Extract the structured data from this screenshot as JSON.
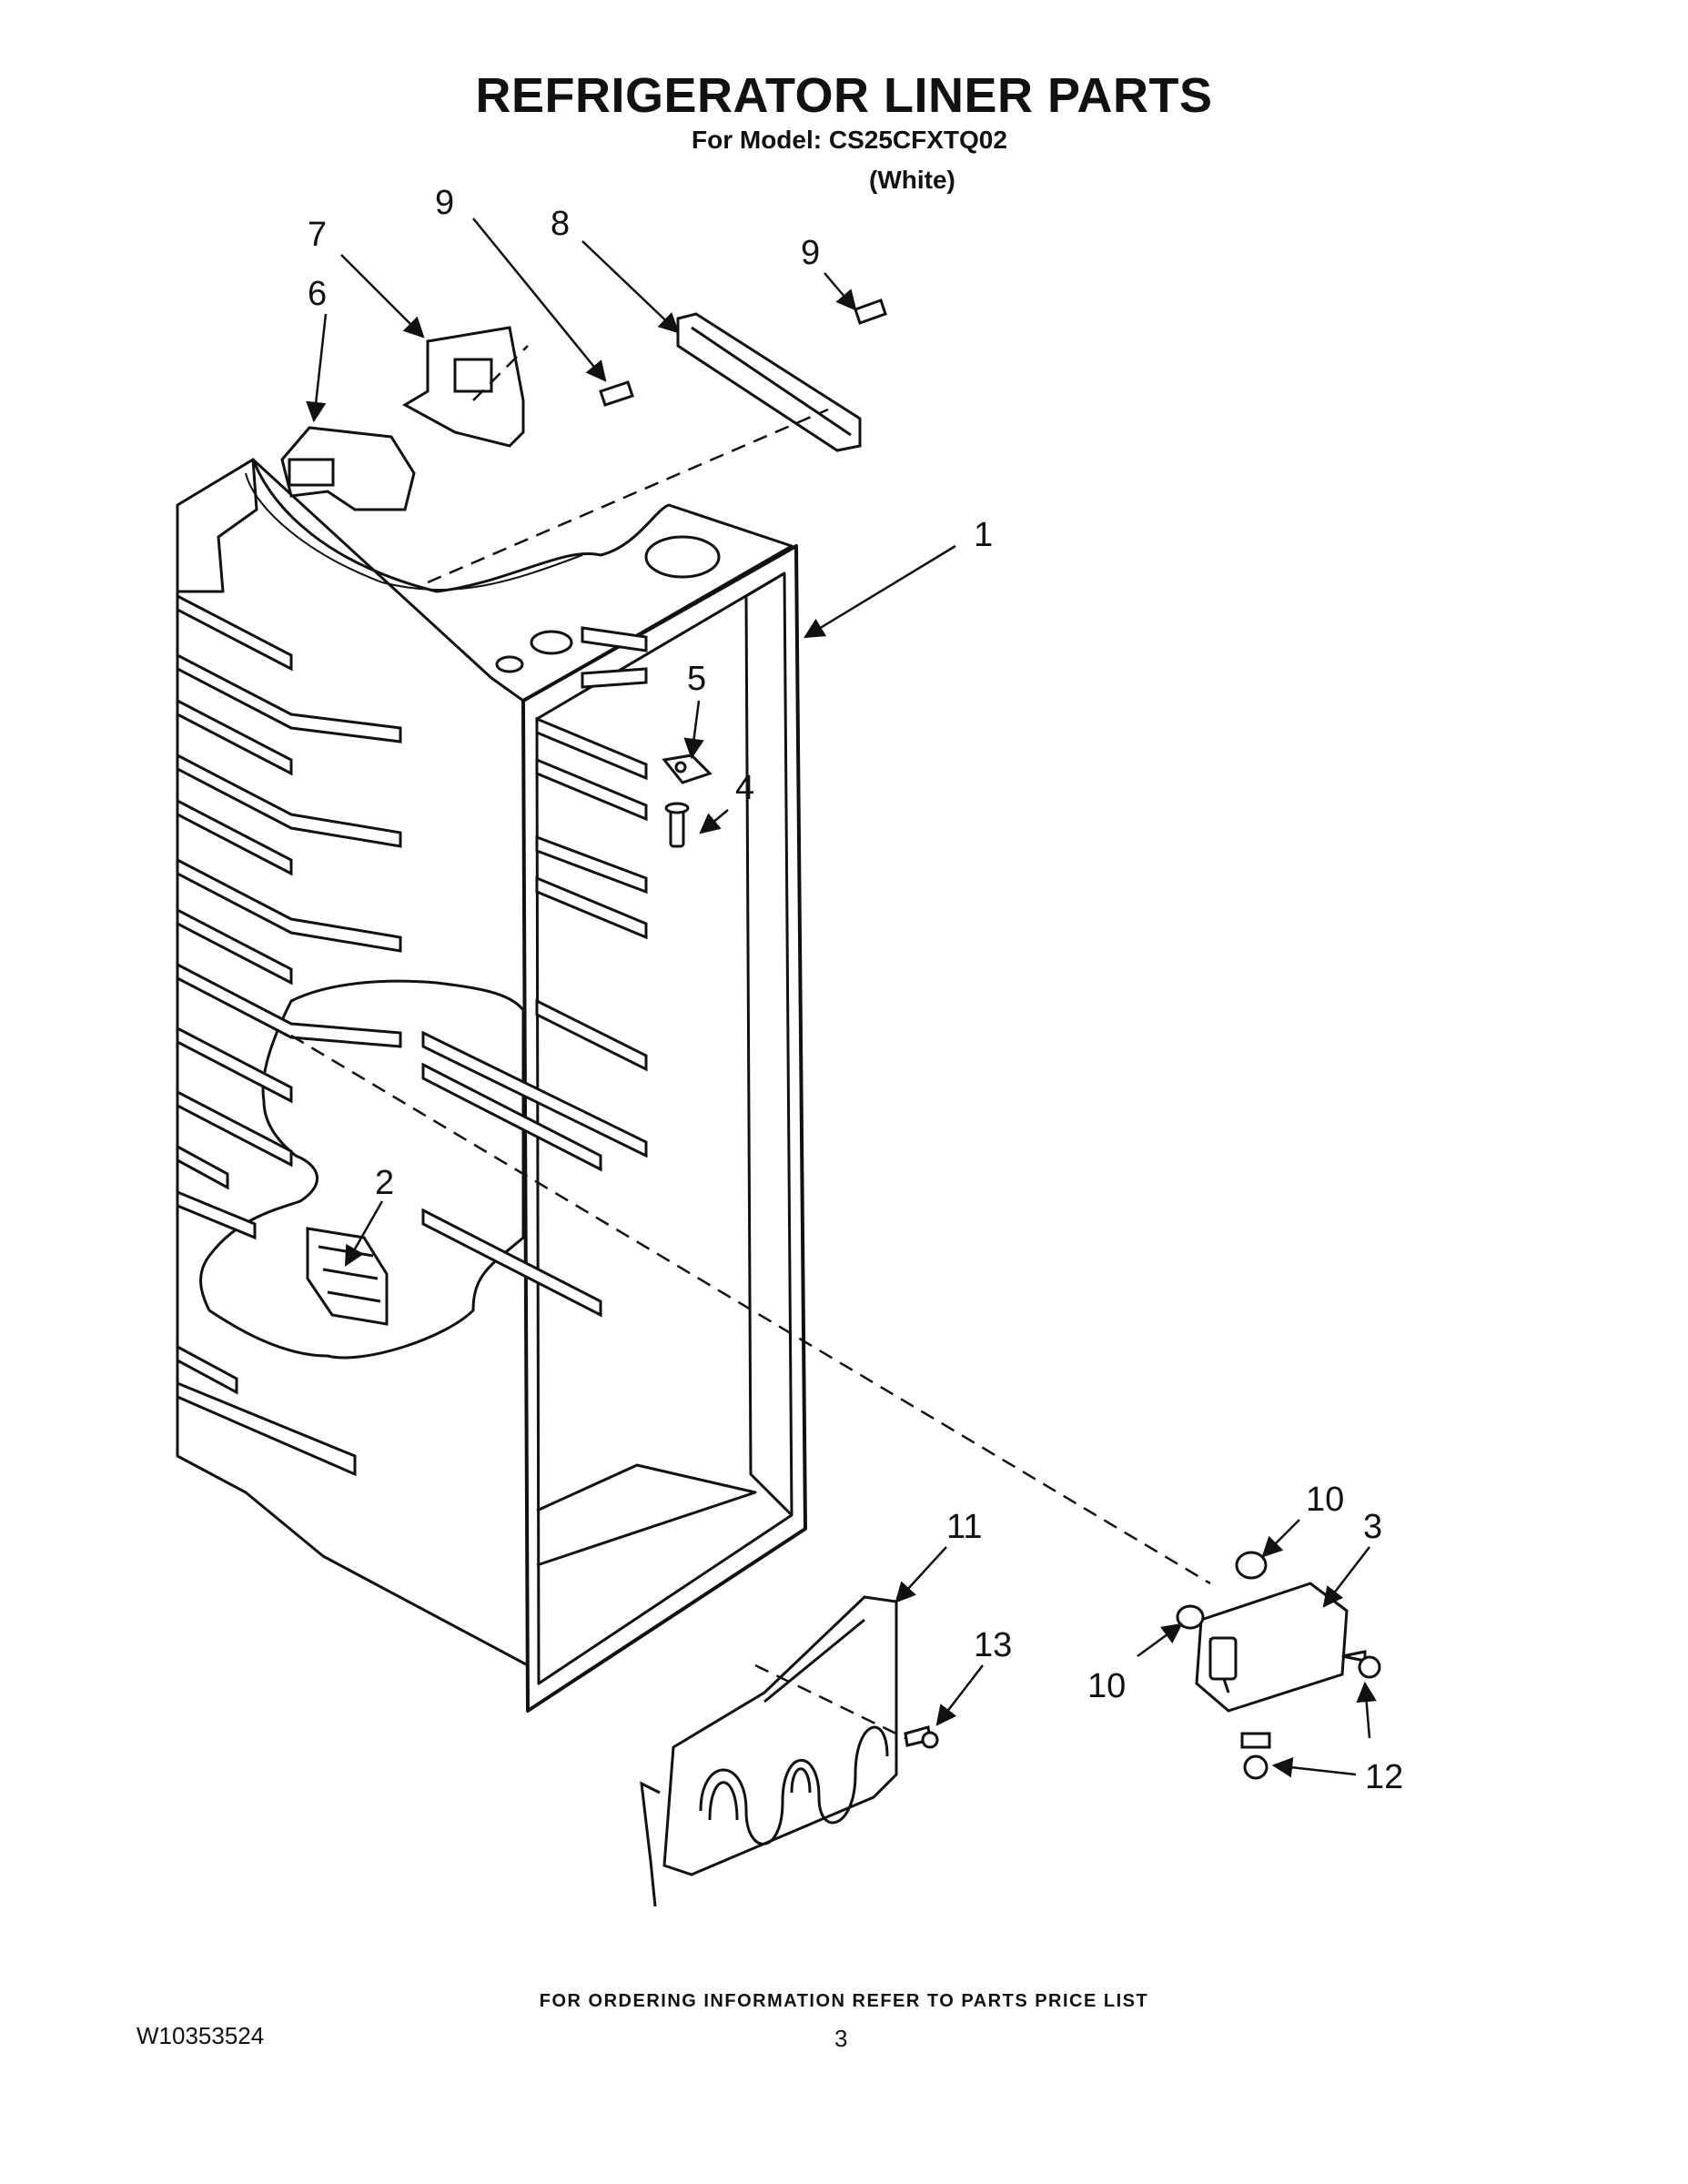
{
  "header": {
    "title": "REFRIGERATOR LINER PARTS",
    "model_line": "For Model: CS25CFXTQ02",
    "variant": "(White)"
  },
  "callouts": {
    "c1": "1",
    "c2": "2",
    "c3": "3",
    "c4": "4",
    "c5": "5",
    "c6": "6",
    "c7": "7",
    "c8": "8",
    "c9a": "9",
    "c9b": "9",
    "c10a": "10",
    "c10b": "10",
    "c11": "11",
    "c12": "12",
    "c13": "13"
  },
  "footer": {
    "ordering_note": "FOR ORDERING INFORMATION REFER TO PARTS PRICE LIST",
    "document_number": "W10353524",
    "page_number": "3"
  }
}
